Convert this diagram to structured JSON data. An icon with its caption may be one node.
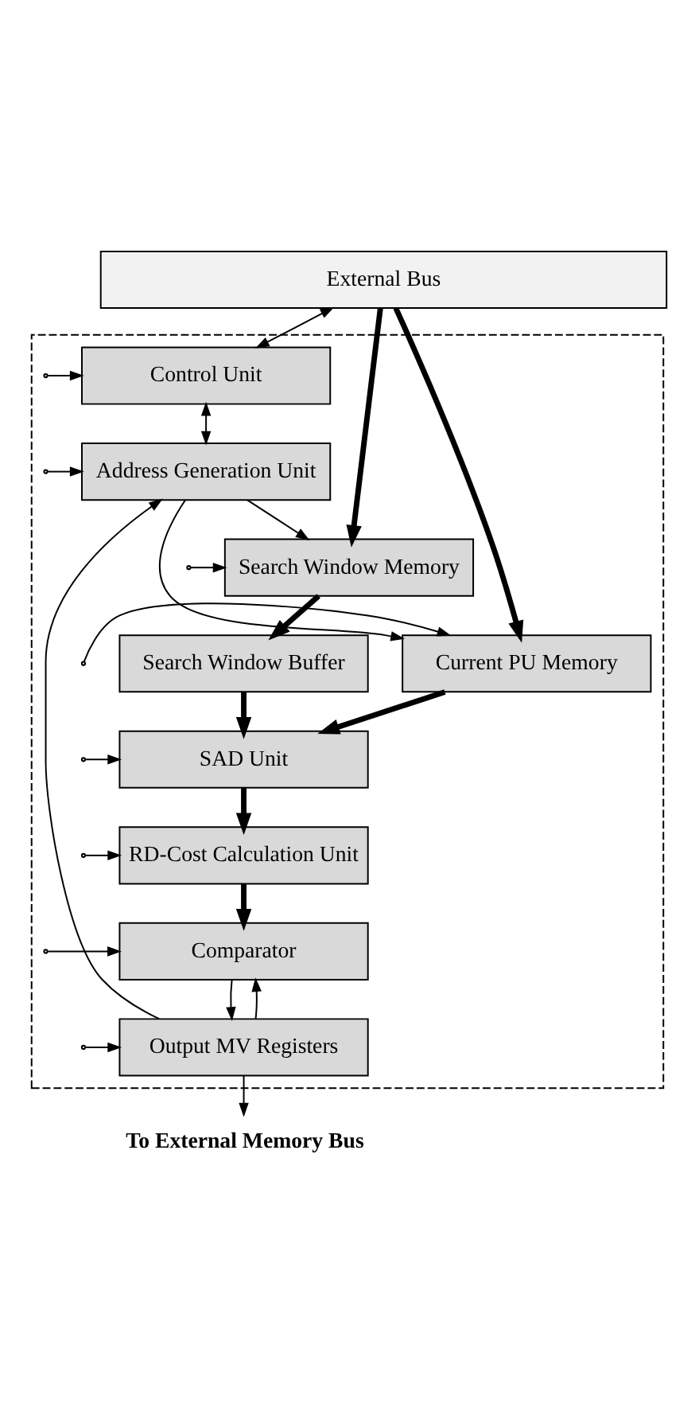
{
  "diagram": {
    "nodes": [
      {
        "text": [
          "External Bus"
        ]
      },
      {
        "text": [],
        "shape": "box"
      },
      {
        "text": [
          "Control Unit"
        ],
        "in": 1
      },
      {
        "text": [
          "Address Generation Unit"
        ],
        "in": 1
      },
      {
        "text": [
          "Search Window Memory"
        ],
        "in": 1
      },
      {
        "text": [
          "Current PU Memory"
        ],
        "in": 1
      },
      {
        "text": [
          "Search Window Buffer"
        ],
        "in": 1
      },
      {
        "text": [
          "SAD Unit"
        ],
        "in": 1
      },
      {
        "text": [
          "RD-Cost Calculation Unit"
        ],
        "in": 1
      },
      {
        "text": [
          "Comparator"
        ],
        "in": 1
      },
      {
        "text": [
          "Output MV Registers"
        ],
        "in": 1
      },
      {
        "text": [
          "To External Memory Bus"
        ]
      }
    ],
    "edges": [
      {
        "from": 0,
        "to": 2,
        "arrow": "both"
      },
      {
        "from": 2,
        "to": 3,
        "arrow": "both"
      },
      {
        "from": 3,
        "to": 4,
        "arrow": "to"
      },
      {
        "from": 3,
        "to": 5,
        "arrow": "to"
      },
      {
        "from": 0,
        "to": 5,
        "arrow": "to",
        "style": "thick"
      },
      {
        "from": 0,
        "to": 4,
        "arrow": "to",
        "style": "thick"
      },
      {
        "from": 4,
        "to": 6,
        "arrow": "to",
        "style": "thick"
      },
      {
        "from": 5,
        "to": 7,
        "arrow": "to",
        "style": "thick"
      },
      {
        "from": 6,
        "to": 7,
        "arrow": "to",
        "style": "thick"
      },
      {
        "from": 7,
        "to": 8,
        "arrow": "to",
        "style": "thick"
      },
      {
        "from": 8,
        "to": 9,
        "arrow": "to",
        "style": "thick"
      },
      {
        "from": 9,
        "to": 10,
        "arrow": "to"
      },
      {
        "from": 10,
        "to": 9,
        "arrow": "to"
      },
      {
        "from": 10,
        "to": 3,
        "arrow": "to"
      },
      {
        "from": 10,
        "to": 11,
        "arrow": "to"
      },
      {
        "from": null,
        "to": 2,
        "arrow": "to"
      },
      {
        "from": null,
        "to": 3,
        "arrow": "to"
      },
      {
        "from": null,
        "to": 4,
        "arrow": "to"
      },
      {
        "from": null,
        "to": 5,
        "arrow": "to"
      },
      {
        "from": null,
        "to": 7,
        "arrow": "to"
      },
      {
        "from": null,
        "to": 8,
        "arrow": "to"
      },
      {
        "from": null,
        "to": 9,
        "arrow": "to"
      },
      {
        "from": null,
        "to": 10,
        "arrow": "to"
      }
    ]
  }
}
